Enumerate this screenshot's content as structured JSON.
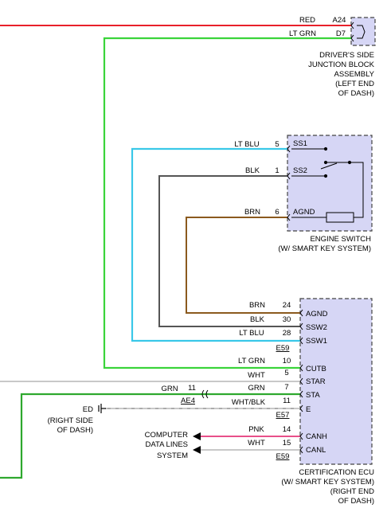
{
  "colors": {
    "red": "#e8202a",
    "lt_grn": "#3ad43a",
    "lt_blu": "#3ac8e8",
    "blk": "#555555",
    "brn": "#8b5a1e",
    "pnk": "#e8508a",
    "wht": "#c8c8c8",
    "grn": "#2ea82e",
    "component_fill": "#d6d6f5"
  },
  "junction_block": {
    "wire_red": "RED",
    "pin_a24": "A24",
    "wire_ltgrn": "LT GRN",
    "pin_d7": "D7",
    "label": [
      "DRIVER'S SIDE",
      "JUNCTION BLOCK",
      "ASSEMBLY",
      "(LEFT END",
      "OF DASH)"
    ]
  },
  "engine_switch": {
    "wires": [
      {
        "color_label": "LT BLU",
        "pin": "5",
        "terminal": "SS1"
      },
      {
        "color_label": "BLK",
        "pin": "1",
        "terminal": "SS2"
      },
      {
        "color_label": "BRN",
        "pin": "6",
        "terminal": "AGND"
      }
    ],
    "label": [
      "ENGINE SWITCH",
      "(W/ SMART KEY SYSTEM)"
    ]
  },
  "ecu": {
    "wires": [
      {
        "color_label": "BRN",
        "pin": "24",
        "terminal": "AGND"
      },
      {
        "color_label": "BLK",
        "pin": "30",
        "terminal": "SSW2"
      },
      {
        "color_label": "LT BLU",
        "pin": "28",
        "terminal": "SSW1"
      },
      {
        "color_label": "LT GRN",
        "pin": "10",
        "terminal": "CUTB"
      },
      {
        "color_label": "WHT",
        "pin": "5",
        "terminal": "STAR"
      },
      {
        "color_label": "GRN",
        "pin": "7",
        "terminal": "STA"
      },
      {
        "color_label": "WHT/BLK",
        "pin": "11",
        "terminal": "E"
      },
      {
        "color_label": "PNK",
        "pin": "14",
        "terminal": "CANH"
      },
      {
        "color_label": "WHT",
        "pin": "15",
        "terminal": "CANL"
      }
    ],
    "connector_upper": "E59",
    "connector_lower": "E57",
    "connector_can": "E59",
    "label": [
      "CERTIFICATION ECU",
      "(W/ SMART KEY SYSTEM)",
      "(RIGHT END",
      "OF DASH)"
    ]
  },
  "ae4_connector": {
    "wire_label": "GRN",
    "pin": "11",
    "name": "AE4"
  },
  "ground": {
    "name": "ED",
    "label": [
      "(RIGHT SIDE",
      "OF DASH)"
    ]
  },
  "can_system": {
    "label": [
      "COMPUTER",
      "DATA LINES",
      "SYSTEM"
    ]
  }
}
